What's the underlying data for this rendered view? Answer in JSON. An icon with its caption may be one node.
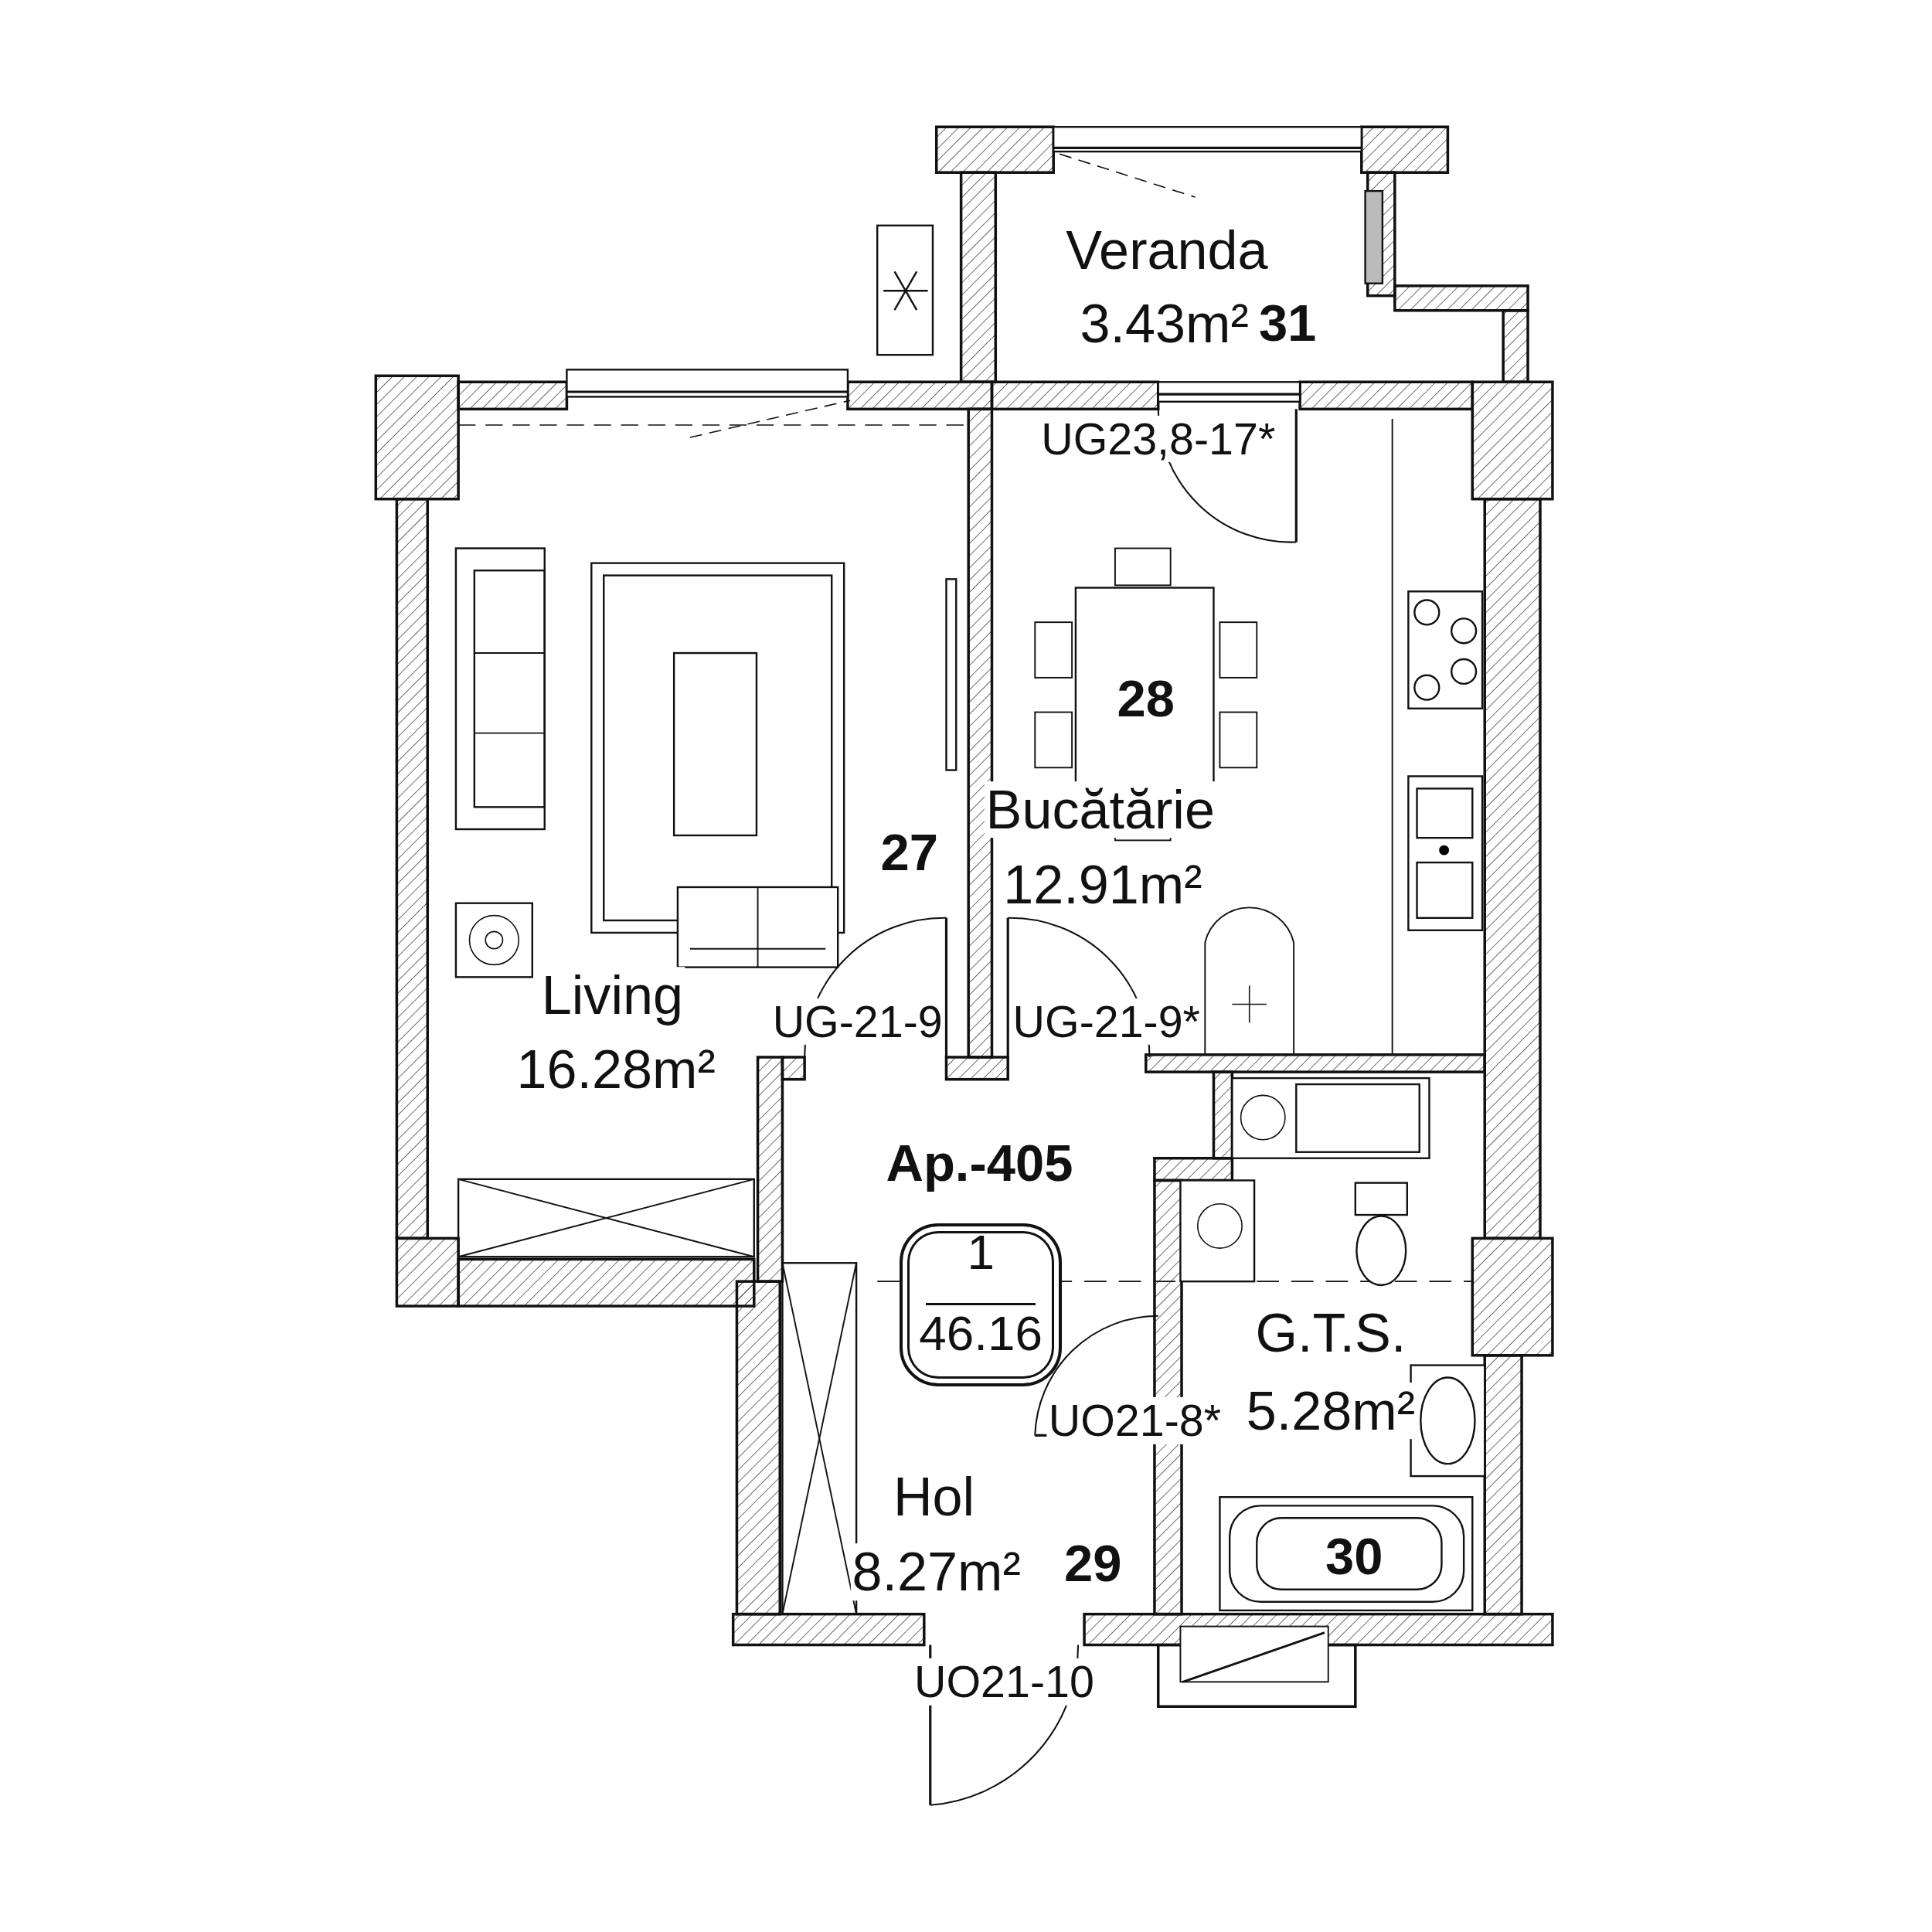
{
  "diagram": {
    "nodes": [
      {
        "text": [
          "1",
          "46.16"
        ]
      }
    ],
    "labels": [
      "Veranda",
      "3.43m²",
      "31",
      "UG23,8-17*",
      "28",
      "Bucătărie",
      "12.91m²",
      "27",
      "Living",
      "UG-21-9",
      "UG-21-9*",
      "16.28m²",
      "Ap.-405",
      "G.T.S.",
      "UO21-8*",
      "5.28m²",
      "Hol",
      "8.27m²",
      "29",
      "30",
      "UO21-10"
    ]
  }
}
